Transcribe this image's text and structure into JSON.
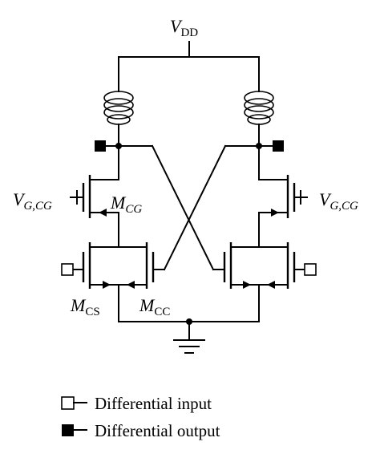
{
  "labels": {
    "vdd": {
      "main": "V",
      "sub": "DD"
    },
    "vg_left": {
      "main": "V",
      "sub": "G,CG"
    },
    "vg_right": {
      "main": "V",
      "sub": "G,CG"
    },
    "m_cg": {
      "main": "M",
      "sub": "CG"
    },
    "m_cs": {
      "main": "M",
      "sub": "CS"
    },
    "m_cc": {
      "main": "M",
      "sub": "CC"
    }
  },
  "legend": {
    "input_label": "Differential input",
    "output_label": "Differential output"
  },
  "colors": {
    "stroke": "#000000",
    "background": "#ffffff"
  },
  "icons": {
    "input_marker": "hollow-square",
    "output_marker": "filled-square",
    "inductor": "coil",
    "ground": "ground-symbol"
  }
}
